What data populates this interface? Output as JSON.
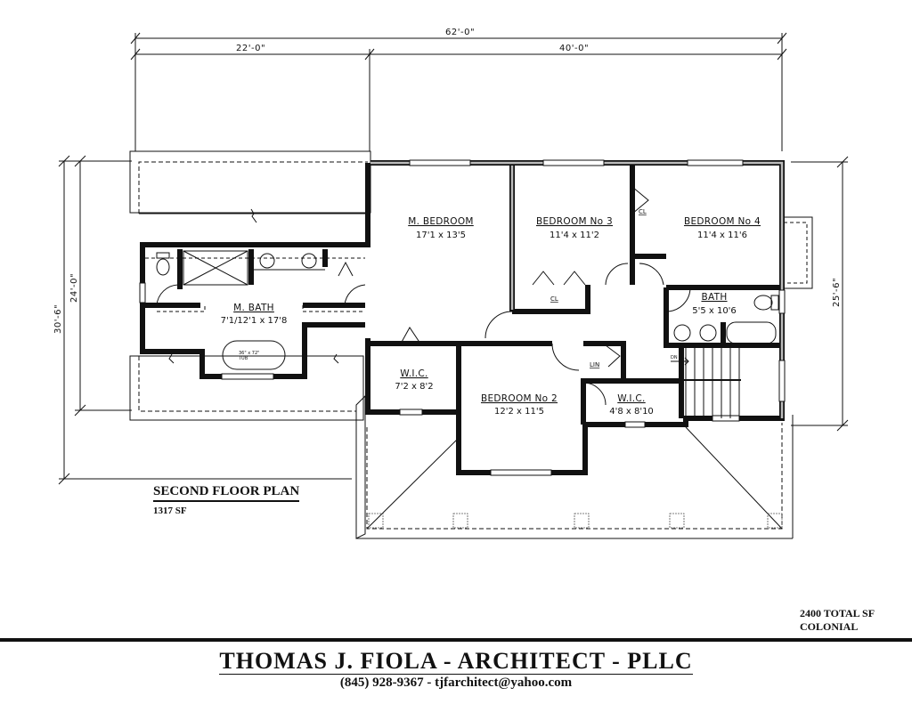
{
  "dimensions": {
    "overall_width": "62'-0\"",
    "left_width": "22'-0\"",
    "right_width": "40'-0\"",
    "left_outer_depth": "30'-6\"",
    "left_inner_depth": "24'-0\"",
    "right_depth": "25'-6\""
  },
  "rooms": [
    {
      "name": "M. BEDROOM",
      "size": "17'1 x 13'5"
    },
    {
      "name": "BEDROOM No 3",
      "size": "11'4 x 11'2"
    },
    {
      "name": "BEDROOM No 4",
      "size": "11'4 x 11'6"
    },
    {
      "name": "M. BATH",
      "size": "7'1/12'1 x 17'8"
    },
    {
      "name": "BATH",
      "size": "5'5 x 10'6"
    },
    {
      "name": "W.I.C.",
      "size": "7'2 x 8'2"
    },
    {
      "name": "BEDROOM No 2",
      "size": "12'2 x 11'5"
    },
    {
      "name": "W.I.C.",
      "size": "4'8 x 8'10"
    }
  ],
  "closets": {
    "bedroom3_closet": "CL",
    "bedroom4_closet": "CL",
    "linen": "LIN"
  },
  "fixtures": {
    "tub_size": "36\" x 72\"",
    "tub_label": "TUB",
    "stair_direction": "DN"
  },
  "plan": {
    "title": "SECOND FLOOR PLAN",
    "square_feet": "1317 SF"
  },
  "summary": {
    "total_sf": "2400 TOTAL SF",
    "style": "COLONIAL"
  },
  "footer": {
    "firm_name": "THOMAS J. FIOLA - ARCHITECT - PLLC",
    "contact": "(845) 928-9367 - tjfarchitect@yahoo.com"
  }
}
